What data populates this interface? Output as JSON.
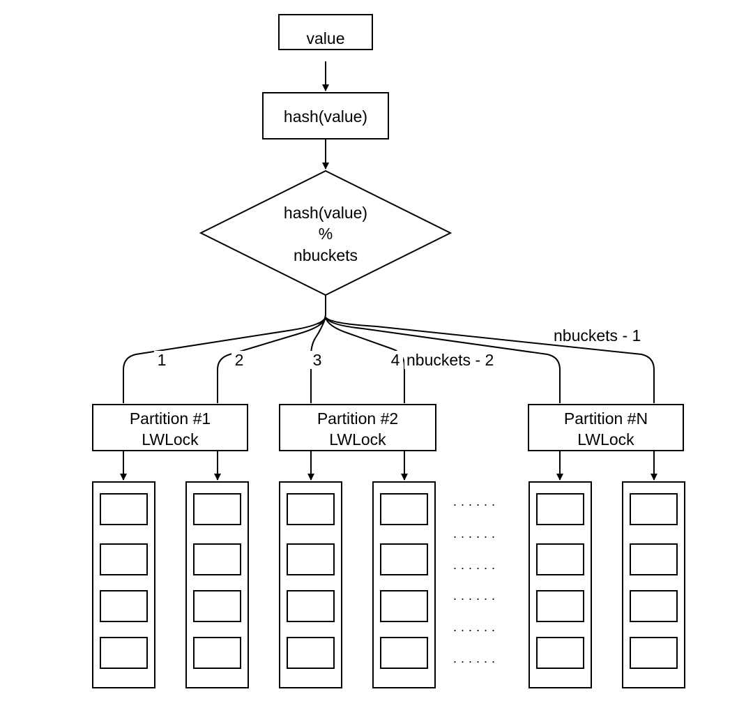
{
  "nodes": {
    "value_box": "value",
    "hash_box": "hash(value)",
    "diamond": [
      "hash(value)",
      "%",
      "nbuckets"
    ]
  },
  "edge_labels": {
    "b1": "1",
    "b2": "2",
    "b3": "3",
    "b4": "4",
    "bn2": "nbuckets - 2",
    "bn1": "nbuckets - 1"
  },
  "partitions": [
    {
      "title": "Partition #1",
      "lock": "LWLock"
    },
    {
      "title": "Partition #2",
      "lock": "LWLock"
    },
    {
      "title": "Partition #N",
      "lock": "LWLock"
    }
  ],
  "ellipsis": "......",
  "colors": {
    "stroke": "#000000",
    "background": "#ffffff"
  }
}
